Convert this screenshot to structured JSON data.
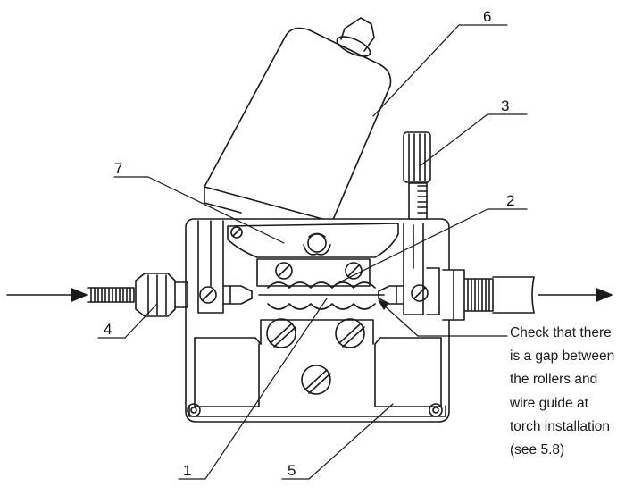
{
  "labels": {
    "l1": "1",
    "l2": "2",
    "l3": "3",
    "l4": "4",
    "l5": "5",
    "l6": "6",
    "l7": "7"
  },
  "note": {
    "lines": [
      "Check that there",
      "is a gap between",
      "the rollers and",
      "wire guide at",
      "torch installation",
      "(see 5.8)"
    ]
  }
}
